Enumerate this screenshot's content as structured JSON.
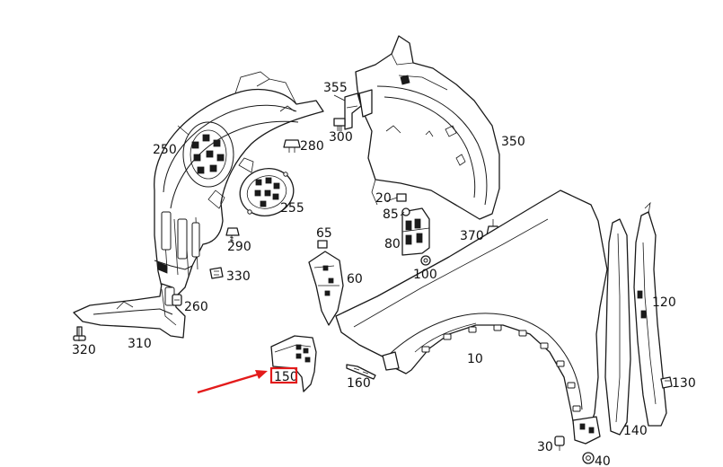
{
  "diagram": {
    "callouts": [
      {
        "id": "c10",
        "label": "10"
      },
      {
        "id": "c20",
        "label": "20"
      },
      {
        "id": "c30",
        "label": "30"
      },
      {
        "id": "c40",
        "label": "40"
      },
      {
        "id": "c60",
        "label": "60"
      },
      {
        "id": "c65",
        "label": "65"
      },
      {
        "id": "c80",
        "label": "80"
      },
      {
        "id": "c85",
        "label": "85"
      },
      {
        "id": "c100",
        "label": "100"
      },
      {
        "id": "c120",
        "label": "120"
      },
      {
        "id": "c130",
        "label": "130"
      },
      {
        "id": "c140",
        "label": "140"
      },
      {
        "id": "c150",
        "label": "150"
      },
      {
        "id": "c160",
        "label": "160"
      },
      {
        "id": "c250",
        "label": "250"
      },
      {
        "id": "c255",
        "label": "255"
      },
      {
        "id": "c260",
        "label": "260"
      },
      {
        "id": "c280",
        "label": "280"
      },
      {
        "id": "c290",
        "label": "290"
      },
      {
        "id": "c300",
        "label": "300"
      },
      {
        "id": "c310",
        "label": "310"
      },
      {
        "id": "c320",
        "label": "320"
      },
      {
        "id": "c330",
        "label": "330"
      },
      {
        "id": "c350",
        "label": "350"
      },
      {
        "id": "c355",
        "label": "355"
      },
      {
        "id": "c370",
        "label": "370"
      }
    ],
    "highlight": {
      "callout": "150",
      "color": "#e31b1b"
    }
  }
}
